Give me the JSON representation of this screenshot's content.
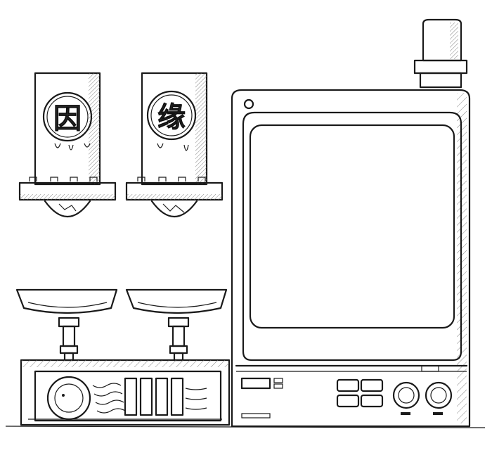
{
  "weights": [
    {
      "glyph": "因",
      "icon": "seal-weight-icon"
    },
    {
      "glyph": "缘",
      "icon": "seal-weight-icon"
    }
  ],
  "scale": {
    "icon": "balance-scale-icon",
    "pans": 2
  },
  "monitor": {
    "icon": "crt-monitor-icon",
    "screen_color": "#636363",
    "beacon_icon": "beacon-light-icon"
  },
  "colors": {
    "ink": "#1a1a1a",
    "paper": "#ffffff",
    "screen": "#636363"
  }
}
